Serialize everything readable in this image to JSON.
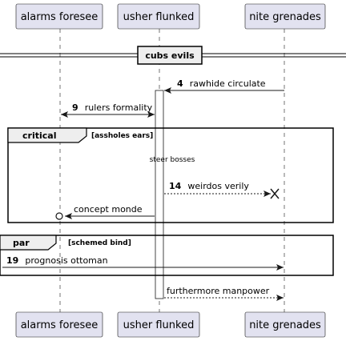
{
  "participants": [
    {
      "label": "alarms foresee"
    },
    {
      "label": "usher flunked"
    },
    {
      "label": "nite grenades"
    }
  ],
  "divider": {
    "label": "cubs evils"
  },
  "messages": [
    {
      "num": "4",
      "text": "rawhide circulate"
    },
    {
      "num": "9",
      "text": "rulers formality"
    },
    {
      "num": "14",
      "text": "weirdos verily"
    },
    {
      "num": "",
      "text": "concept monde"
    },
    {
      "num": "19",
      "text": "prognosis ottoman"
    },
    {
      "num": "",
      "text": "furthermore manpower"
    }
  ],
  "fragments": [
    {
      "type": "critical",
      "condition": "[assholes ears]"
    },
    {
      "type": "par",
      "condition": "[schemed bind]"
    }
  ],
  "notes": {
    "reference": "steer bosses"
  },
  "colors": {
    "participant_fill": "#e2e2f0",
    "frame_tab_fill": "#eeeeee",
    "line": "#181818"
  }
}
